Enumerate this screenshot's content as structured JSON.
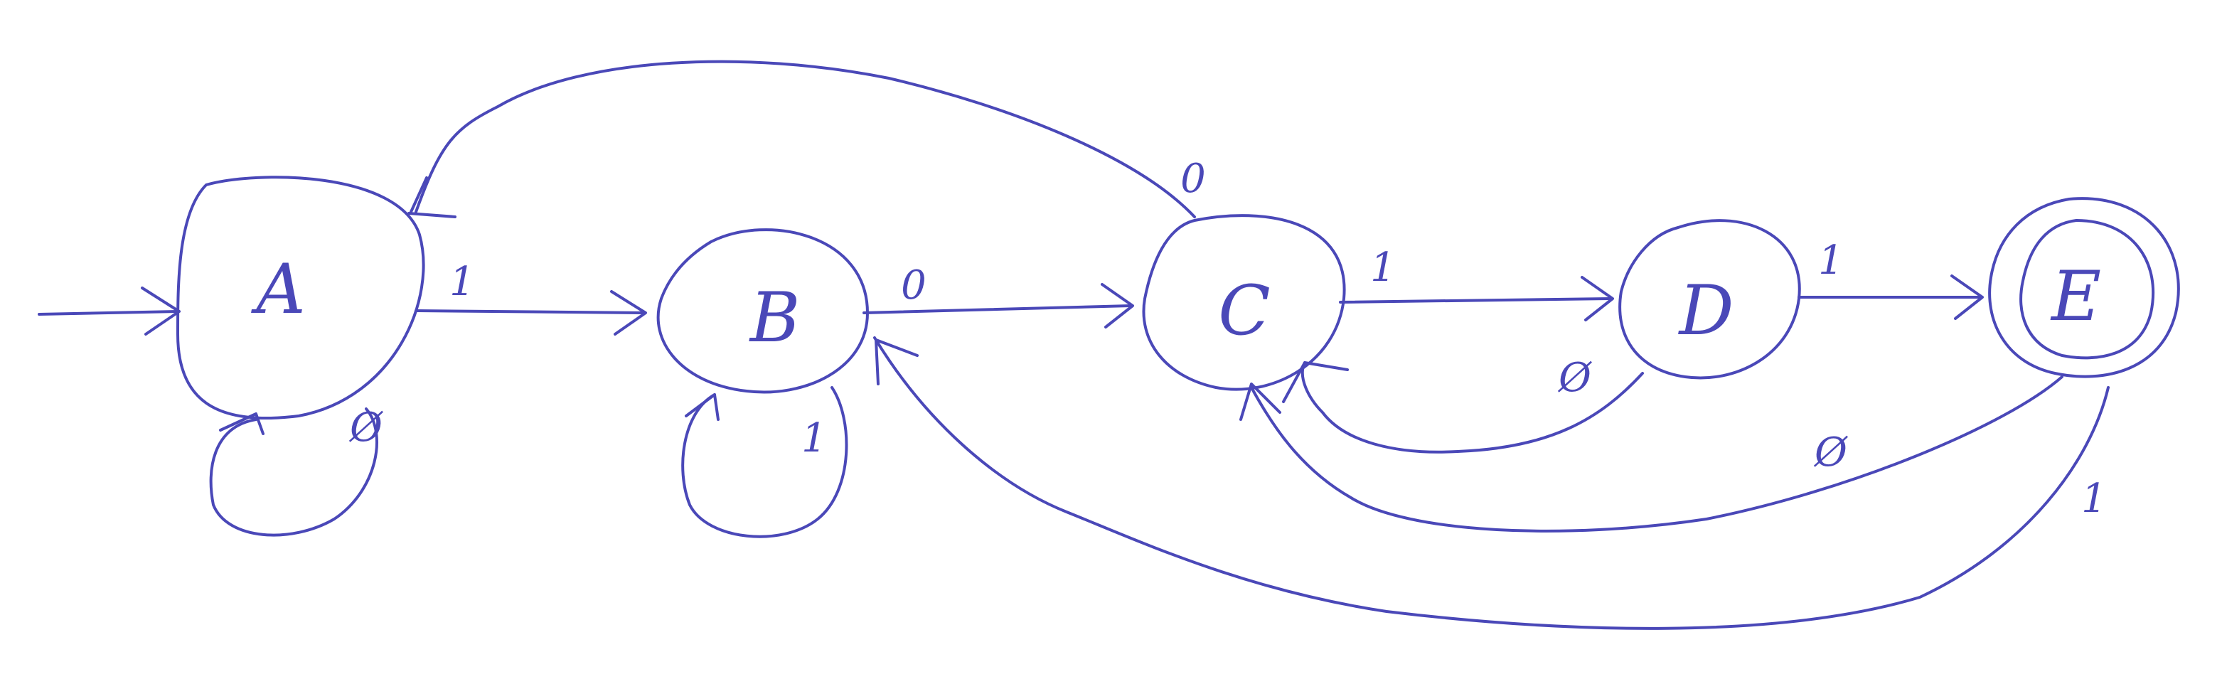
{
  "diagram": {
    "type": "finite-state-automaton",
    "ink_color": "#4a48b8",
    "background": "#ffffff",
    "start_state": "A",
    "accepting_states": [
      "E"
    ],
    "states": [
      {
        "id": "A",
        "label": "A"
      },
      {
        "id": "B",
        "label": "B"
      },
      {
        "id": "C",
        "label": "C"
      },
      {
        "id": "D",
        "label": "D"
      },
      {
        "id": "E",
        "label": "E"
      }
    ],
    "transitions": [
      {
        "from": "A",
        "to": "B",
        "label": "1"
      },
      {
        "from": "A",
        "to": "A",
        "label": "Ø"
      },
      {
        "from": "B",
        "to": "C",
        "label": "0"
      },
      {
        "from": "B",
        "to": "B",
        "label": "1"
      },
      {
        "from": "C",
        "to": "D",
        "label": "1"
      },
      {
        "from": "C",
        "to": "A",
        "label": "0"
      },
      {
        "from": "D",
        "to": "E",
        "label": "1"
      },
      {
        "from": "D",
        "to": "C",
        "label": "Ø"
      },
      {
        "from": "E",
        "to": "C",
        "label": "Ø"
      },
      {
        "from": "E",
        "to": "B",
        "label": "1"
      }
    ]
  }
}
